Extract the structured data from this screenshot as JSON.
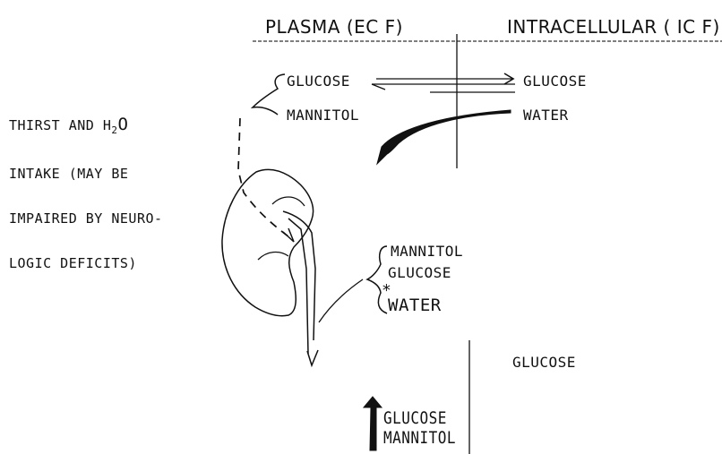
{
  "header": {
    "left": "PLASMA (EC F)",
    "right": "INTRACELLULAR ( IC F)"
  },
  "top_exchange": {
    "left_item_1": "GLUCOSE",
    "left_item_2": "MANNITOL",
    "right_item_1": "GLUCOSE",
    "right_item_2": "WATER"
  },
  "thirst_note": {
    "line1": "THIRST AND H",
    "subscript": "2",
    "line1_end": "O",
    "line2": "INTAKE (MAY BE",
    "line3": "IMPAIRED BY NEURO-",
    "line4": "LOGIC DEFICITS)"
  },
  "urine_losses": {
    "item1": "MANNITOL",
    "item2": "GLUCOSE",
    "marker": "*",
    "item3": "WATER"
  },
  "lower_compartment": {
    "right_label": "GLUCOSE",
    "increase_label_1": "GLUCOSE",
    "increase_label_2": "MANNITOL"
  }
}
